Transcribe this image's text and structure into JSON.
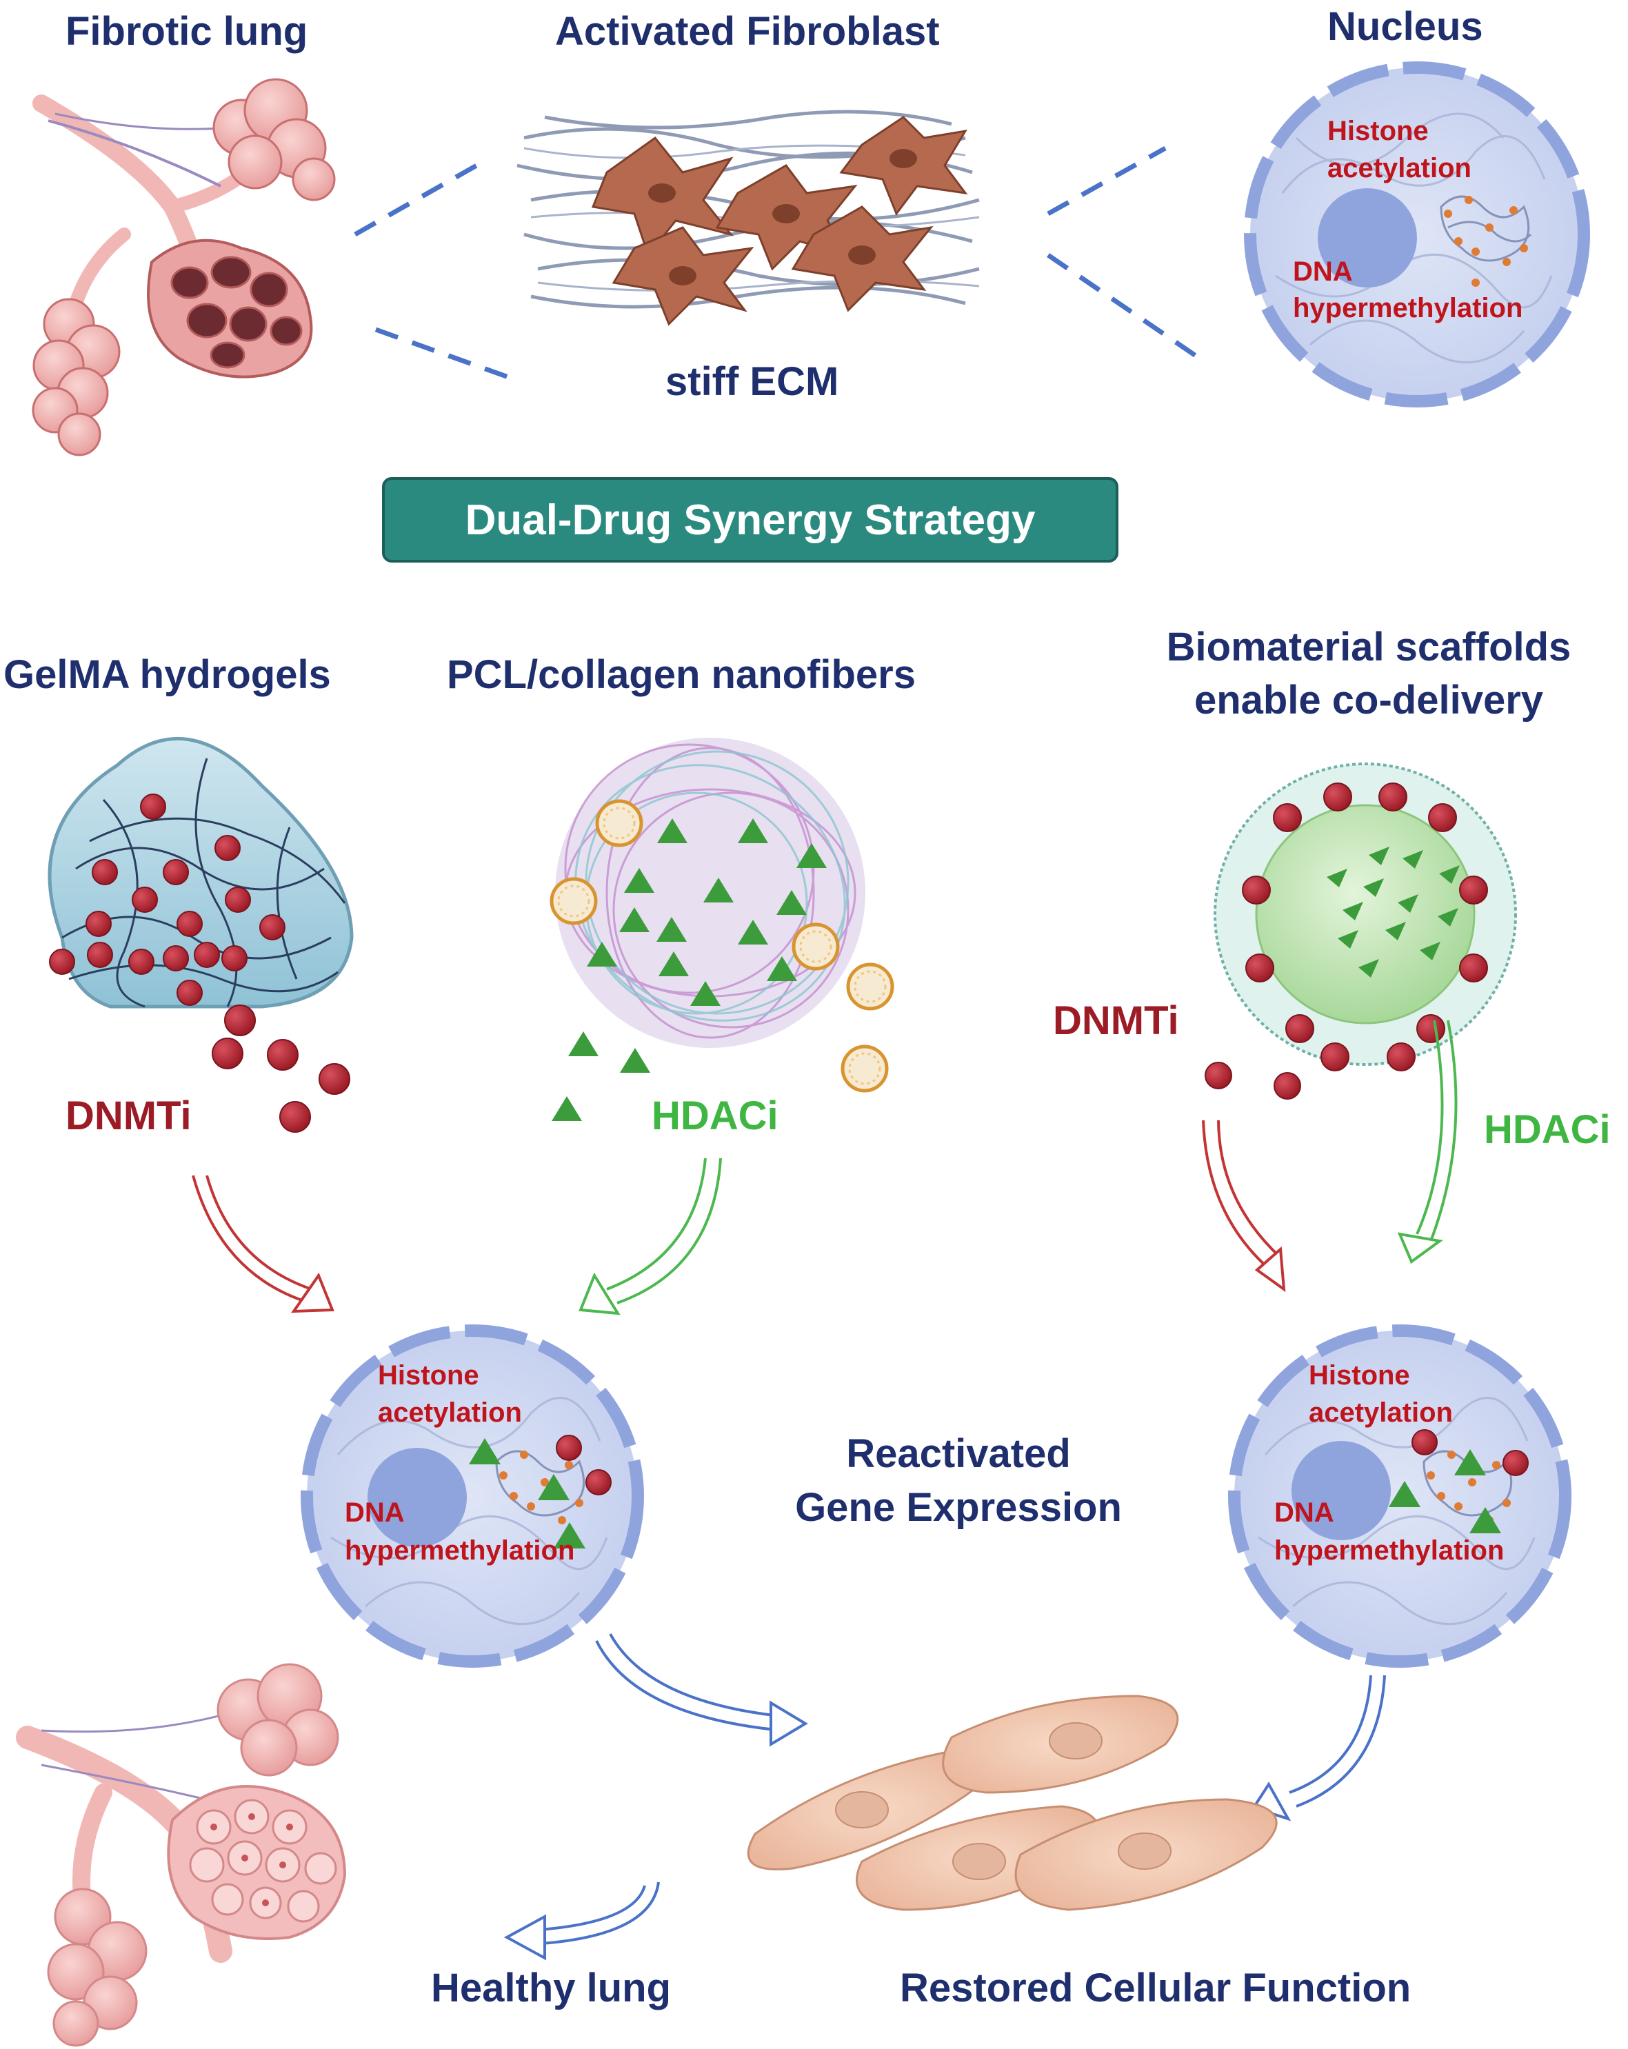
{
  "labels": {
    "fibrotic_lung": "Fibrotic lung",
    "activated_fibroblast": "Activated Fibroblast",
    "nucleus": "Nucleus",
    "stiff_ecm": "stiff ECM",
    "strategy": "Dual-Drug Synergy Strategy",
    "gelma": "GelMA hydrogels",
    "pcl": "PCL/collagen nanofibers",
    "biomaterial_1": "Biomaterial scaffolds",
    "biomaterial_2": "enable co-delivery",
    "dnmti": "DNMTi",
    "hdaci": "HDACi",
    "reactivated_1": "Reactivated",
    "reactivated_2": "Gene Expression",
    "healthy_lung": "Healthy lung",
    "restored": "Restored Cellular Function"
  },
  "nucleus_labels": {
    "histone": "Histone",
    "acetylation": "acetylation",
    "dna": "DNA",
    "hypermethylation": "hypermethylation"
  },
  "colors": {
    "navy": "#1f2f6e",
    "dnmti_red": "#9c1c26",
    "hdaci_green": "#3fb542",
    "strategy_teal": "#2a8a80",
    "nucleus_blue": "#8fa3dd",
    "connector_blue": "#4a72c8"
  }
}
